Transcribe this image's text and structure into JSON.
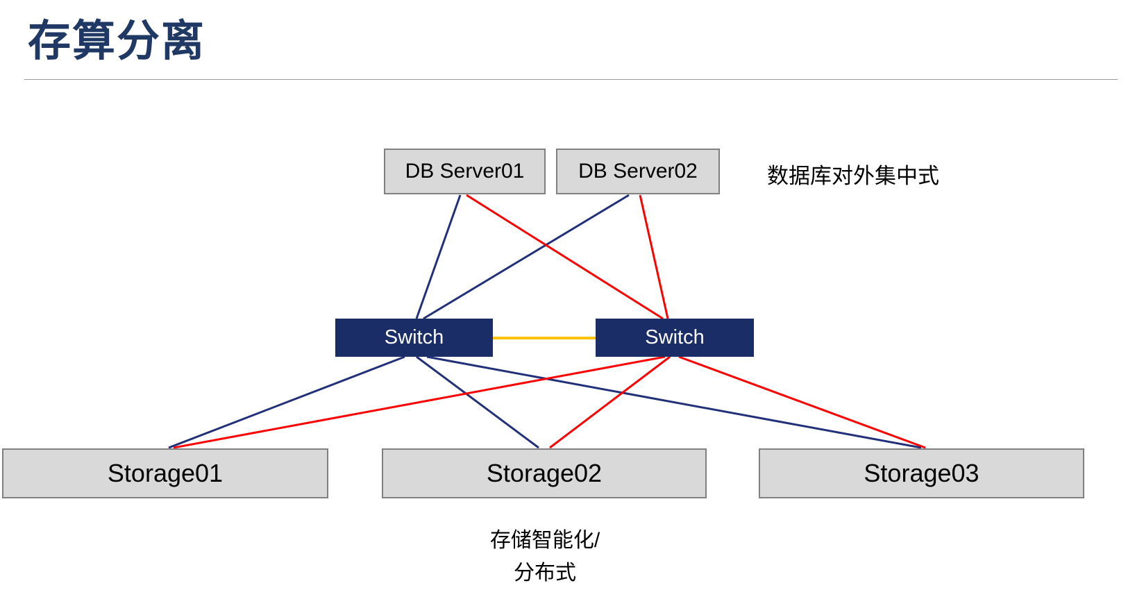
{
  "title": "存算分离",
  "colors": {
    "title": "#1F3864",
    "navy_line": "#22307A",
    "red_line": "#FF0000",
    "yellow_line": "#FFC000",
    "switch_bg": "#1B2D66",
    "node_bg": "#D9D9D9",
    "node_border": "#808080"
  },
  "nodes": {
    "db_server01": "DB Server01",
    "db_server02": "DB Server02",
    "switch_left": "Switch",
    "switch_right": "Switch",
    "storage01": "Storage01",
    "storage02": "Storage02",
    "storage03": "Storage03"
  },
  "annotations": {
    "right_note": "数据库对外集中式",
    "bottom_note_line1": "存储智能化/",
    "bottom_note_line2": "分布式"
  },
  "edges": [
    {
      "from": "db_server01",
      "to": "switch_left",
      "color": "navy"
    },
    {
      "from": "db_server02",
      "to": "switch_left",
      "color": "navy"
    },
    {
      "from": "db_server01",
      "to": "switch_right",
      "color": "red"
    },
    {
      "from": "db_server02",
      "to": "switch_right",
      "color": "red"
    },
    {
      "from": "switch_left",
      "to": "switch_right",
      "color": "yellow"
    },
    {
      "from": "switch_left",
      "to": "storage01",
      "color": "navy"
    },
    {
      "from": "switch_left",
      "to": "storage02",
      "color": "navy"
    },
    {
      "from": "switch_left",
      "to": "storage03",
      "color": "navy"
    },
    {
      "from": "switch_right",
      "to": "storage01",
      "color": "red"
    },
    {
      "from": "switch_right",
      "to": "storage02",
      "color": "red"
    },
    {
      "from": "switch_right",
      "to": "storage03",
      "color": "red"
    }
  ]
}
